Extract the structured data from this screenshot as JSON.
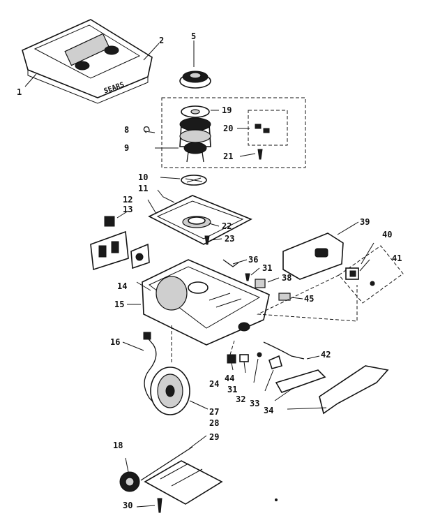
{
  "labels": {
    "l1": "1",
    "l2": "2",
    "l5": "5",
    "l8": "8",
    "l9": "9",
    "l19": "19",
    "l20": "20",
    "l21": "21",
    "l10": "10",
    "l11": "11",
    "l12": "12",
    "l13": "13",
    "l14": "14",
    "l15": "15",
    "l16": "16",
    "l18": "18",
    "l22": "22",
    "l23": "23",
    "l24": "24",
    "l27": "27",
    "l28": "28",
    "l29": "29",
    "l30": "30",
    "l31a": "31",
    "l31b": "31",
    "l32": "32",
    "l33": "33",
    "l34": "34",
    "l36": "36",
    "l38": "38",
    "l39": "39",
    "l40": "40",
    "l41": "41",
    "l42": "42",
    "l44": "44",
    "l45": "45"
  }
}
